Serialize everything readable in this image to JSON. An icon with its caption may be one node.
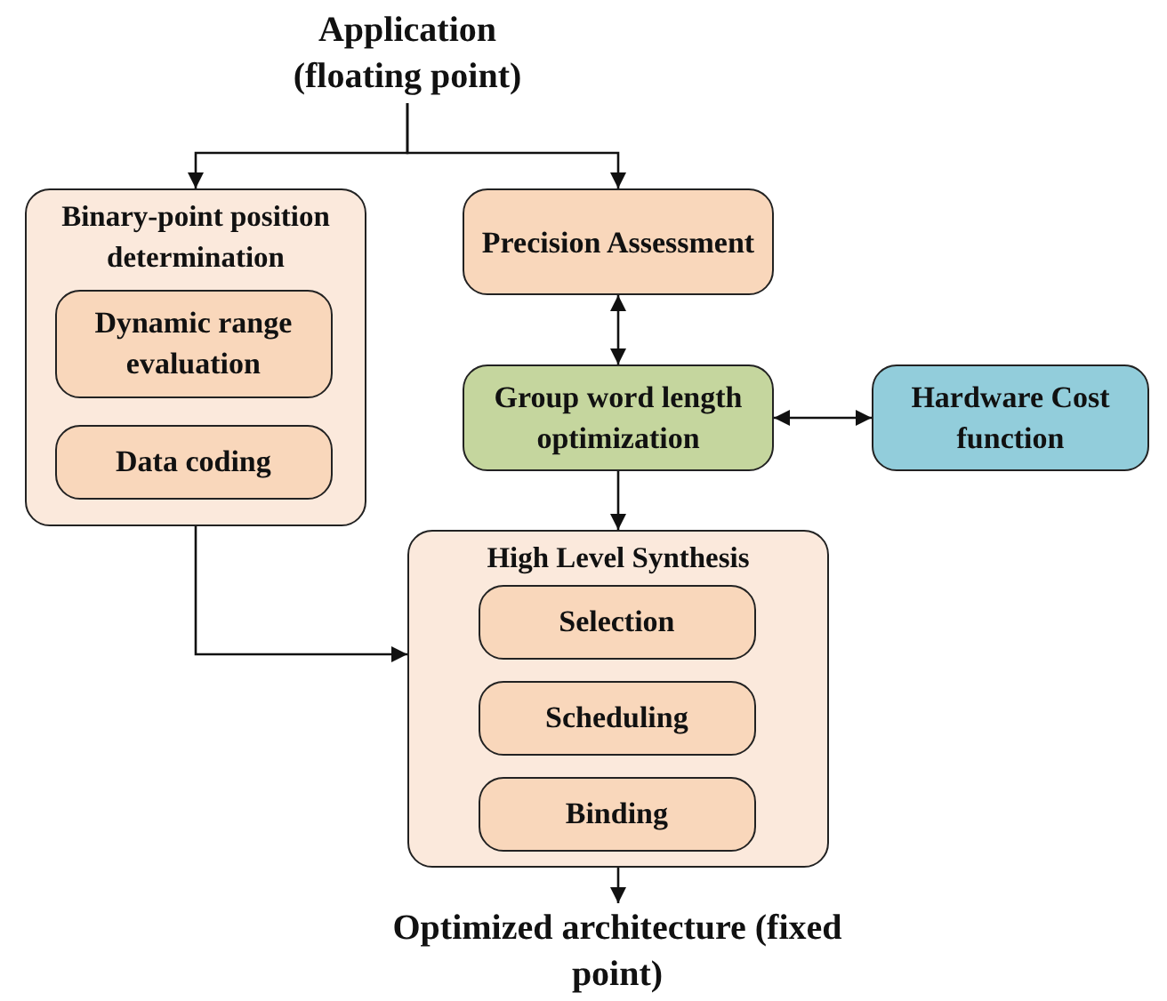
{
  "diagram": {
    "nodes": [
      {
        "text": [
          "Application (floating point)"
        ]
      },
      {
        "text": [
          "Binary-point position determination"
        ]
      },
      {
        "text": [
          "Dynamic range evaluation"
        ],
        "in": 1
      },
      {
        "text": [
          "Data coding"
        ],
        "in": 1
      },
      {
        "text": [
          "Precision Assessment"
        ]
      },
      {
        "text": [
          "Group word length optimization"
        ]
      },
      {
        "text": [
          "Hardware Cost function"
        ]
      },
      {
        "text": [
          "High Level Synthesis"
        ]
      },
      {
        "text": [
          "Selection"
        ],
        "in": 7
      },
      {
        "text": [
          "Scheduling"
        ],
        "in": 7
      },
      {
        "text": [
          "Binding"
        ],
        "in": 7
      },
      {
        "text": [
          "Optimized architecture (fixed point)"
        ]
      }
    ],
    "edges": [
      {
        "from": 0,
        "to": 1,
        "arrow": "to"
      },
      {
        "from": 0,
        "to": 4,
        "arrow": "to"
      },
      {
        "from": 4,
        "to": 5,
        "arrow": "both"
      },
      {
        "from": 5,
        "to": 6,
        "arrow": "both"
      },
      {
        "from": 5,
        "to": 7,
        "arrow": "to"
      },
      {
        "from": 1,
        "to": 7,
        "arrow": "to"
      },
      {
        "from": 7,
        "to": 11,
        "arrow": "to"
      }
    ]
  }
}
